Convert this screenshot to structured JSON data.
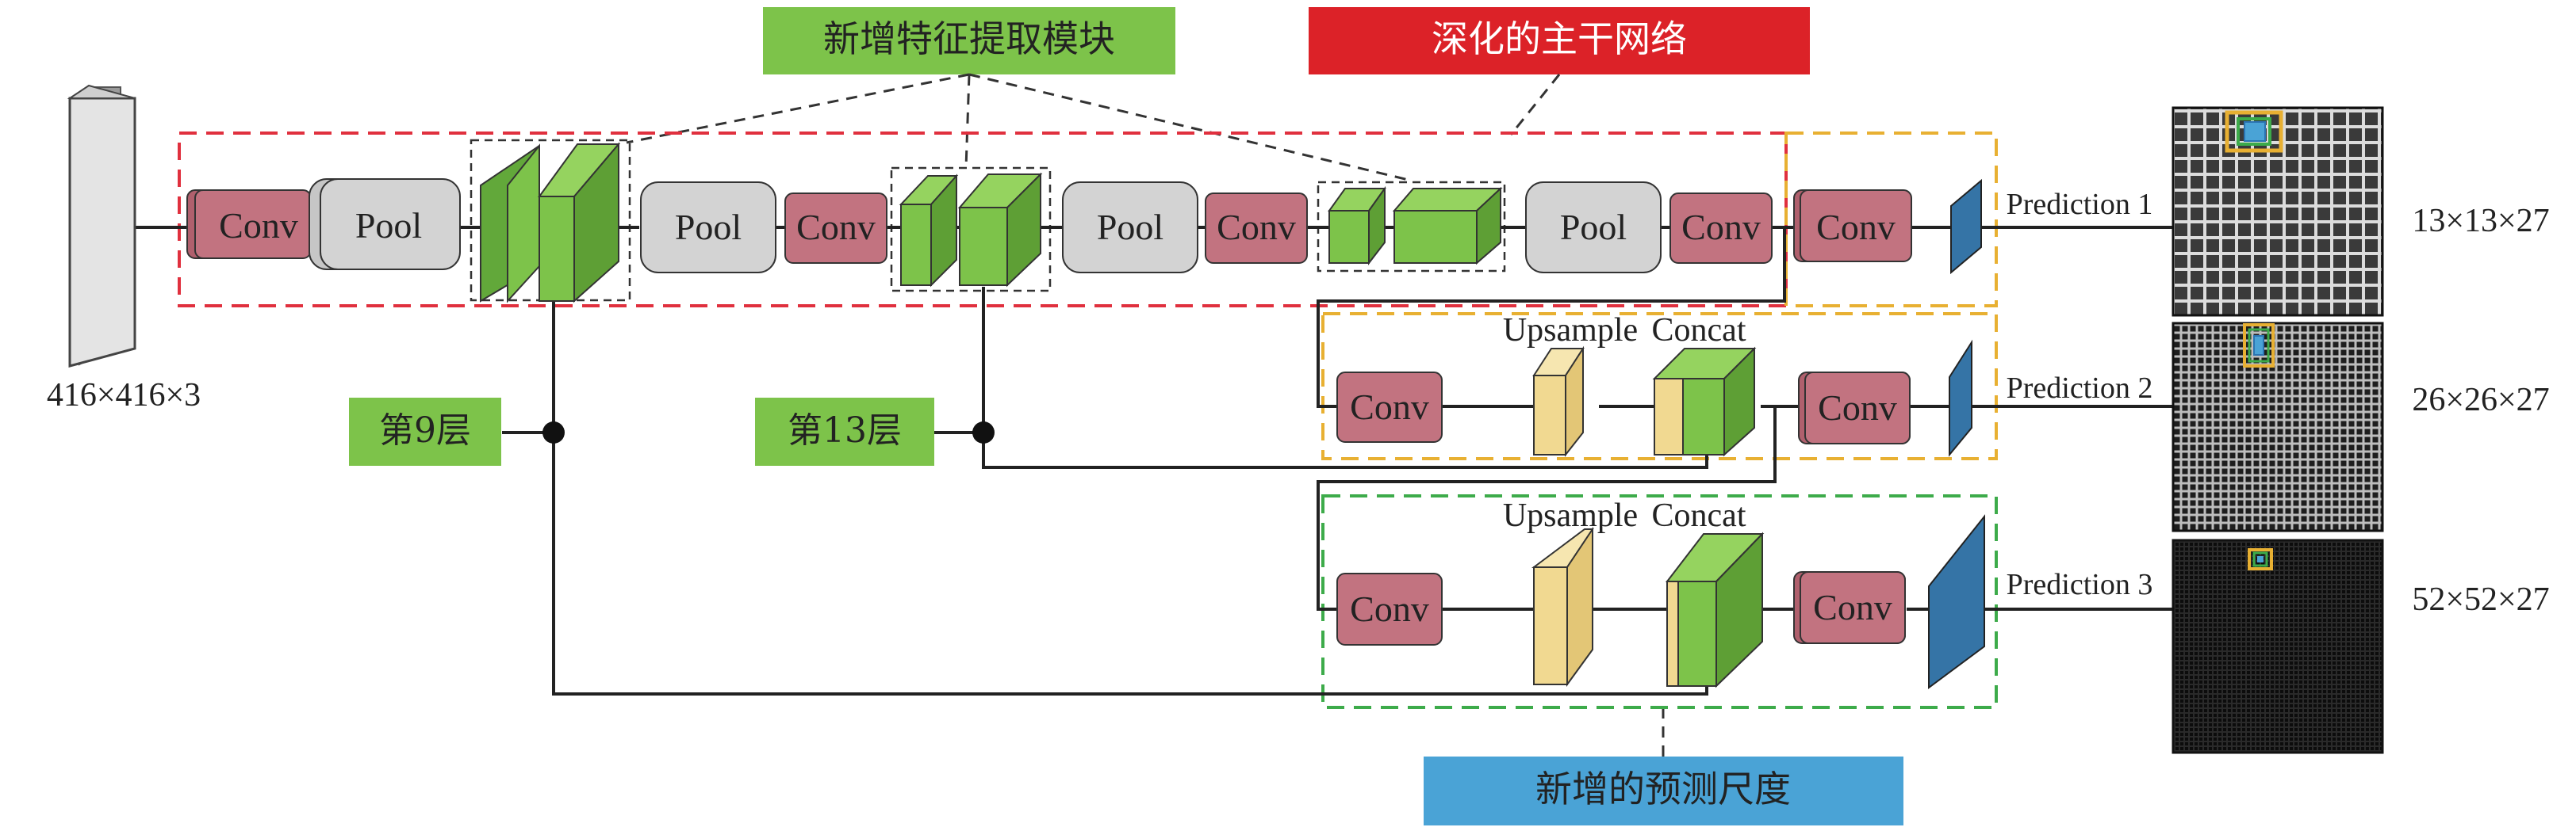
{
  "title_boxes": {
    "feature_module": "新增特征提取模块",
    "backbone": "深化的主干网络",
    "prediction_scale": "新增的预测尺度"
  },
  "layer_tags": {
    "layer9": "第9层",
    "layer13": "第13层"
  },
  "input_size": "416×416×3",
  "blocks": {
    "conv": "Conv",
    "pool": "Pool",
    "upsample": "Upsample",
    "concat": "Concat"
  },
  "predictions": [
    {
      "label": "Prediction 1",
      "size": "13×13×27"
    },
    {
      "label": "Prediction 2",
      "size": "26×26×27"
    },
    {
      "label": "Prediction 3",
      "size": "52×52×27"
    }
  ],
  "colors": {
    "conv": "#c27380",
    "pool": "#d3d3d3",
    "green_box": "#7dc34a",
    "red_box": "#dc2228",
    "blue_box": "#4aa3d6",
    "upsample": "#f1d991",
    "output": "#3574a6",
    "dash_red": "#e0303e",
    "dash_orange": "#e8b032",
    "dash_green": "#3dab4a"
  }
}
